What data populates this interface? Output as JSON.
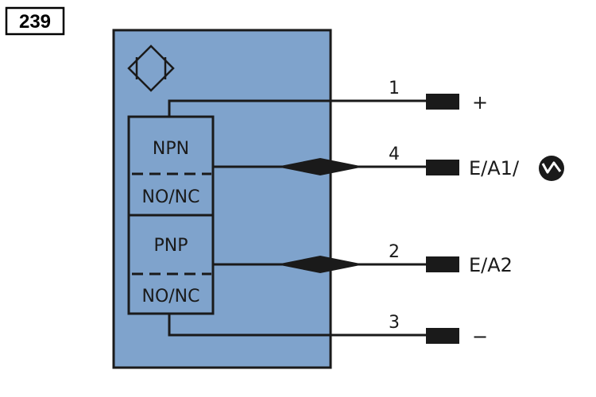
{
  "figure_number": "239",
  "sensor_symbol": "inductive-sensor-diamond-icon",
  "colors": {
    "housing_fill": "#7fa3cc",
    "line": "#1a1a1a",
    "box_fill": "#7fa3cc"
  },
  "switch_blocks": [
    {
      "type": "NPN",
      "mode": "NO/NC"
    },
    {
      "type": "PNP",
      "mode": "NO/NC"
    }
  ],
  "pins": [
    {
      "number": "1",
      "signal": "+"
    },
    {
      "number": "4",
      "signal": "E/A1/"
    },
    {
      "number": "2",
      "signal": "E/A2"
    },
    {
      "number": "3",
      "signal": "−"
    }
  ],
  "io_link_icon": "io-link-icon"
}
